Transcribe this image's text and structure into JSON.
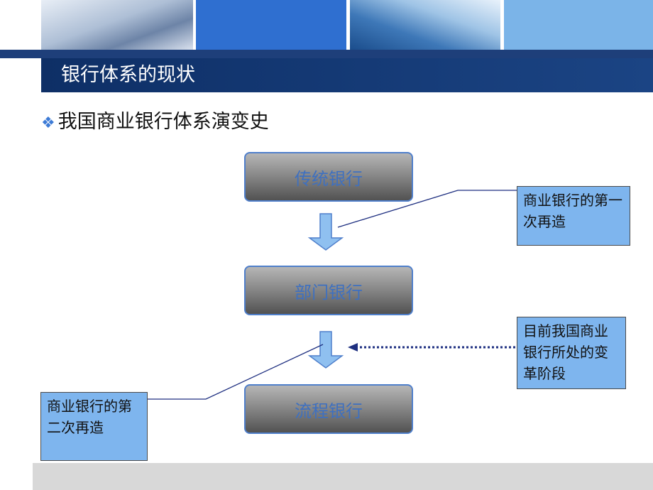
{
  "slide": {
    "title": "银行体系的现状",
    "subtitle": "我国商业银行体系演变史"
  },
  "flow": {
    "stage1": "传统银行",
    "stage2": "部门银行",
    "stage3": "流程银行"
  },
  "notes": {
    "first_reform": "商业银行的第一次再造",
    "current_stage": "目前我国商业银行所处的变革阶段",
    "second_reform": "商业银行的第二次再造"
  },
  "colors": {
    "title_bar": "#163b77",
    "box_border": "#4f7fcb",
    "box_text": "#3e70c0",
    "note_fill": "#7eb5ee",
    "arrow_fill": "#8fc0f0",
    "dotted_arrow": "#1e2f80"
  },
  "icons": {
    "bullet": "diamond-cluster-icon"
  }
}
